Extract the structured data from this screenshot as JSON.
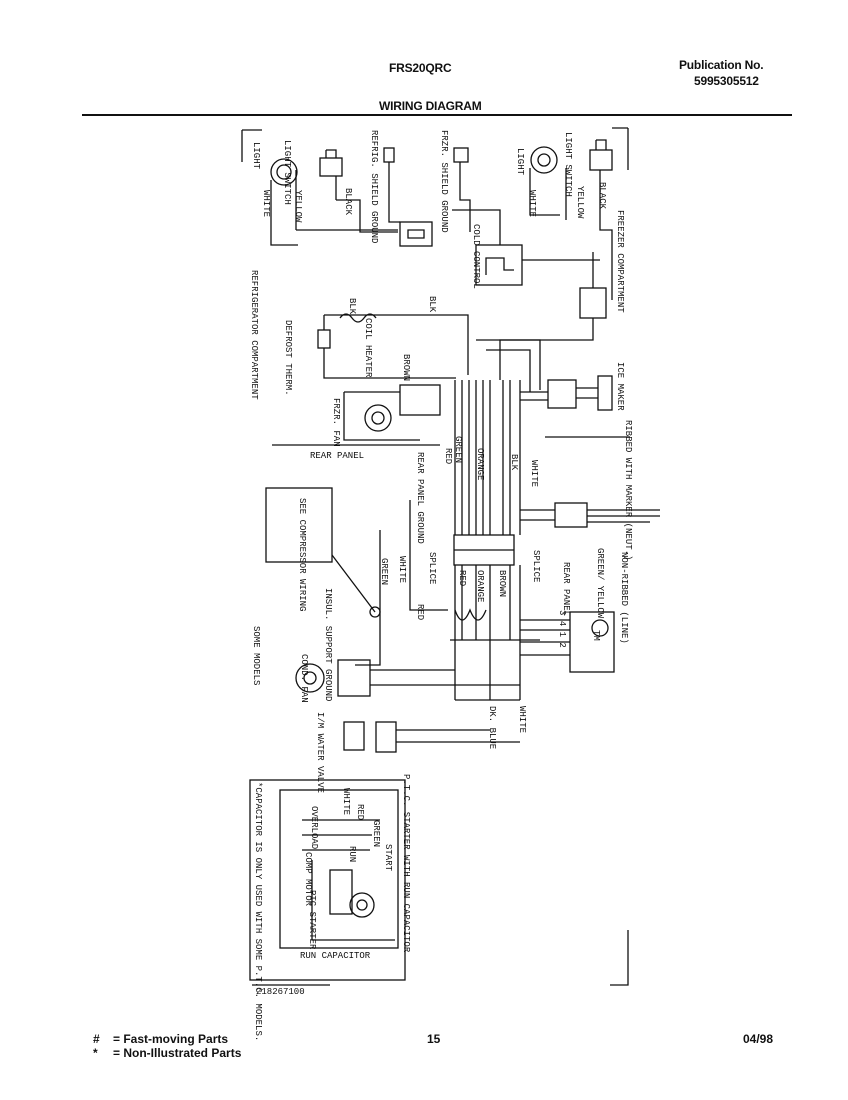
{
  "header": {
    "model": "FRS20QRC",
    "publication_label": "Publication No.",
    "publication_number": "5995305512",
    "title": "WIRING DIAGRAM"
  },
  "diagram_labels": {
    "light_left": "LIGHT",
    "white_left": "WHITE",
    "light_switch_left": "LIGHT SWITCH",
    "yellow_left": "YELLOW",
    "black_left": "BLACK",
    "refrig_shield_ground": "REFRIG. SHIELD GROUND",
    "frzr_shield_ground": "FRZR. SHIELD GROUND",
    "light_right": "LIGHT",
    "white_right": "WHITE",
    "light_switch_right": "LIGHT SWITCH",
    "yellow_right": "YELLOW",
    "black_right": "BLACK",
    "freezer_compartment": "FREEZER COMPARTMENT",
    "cold_control": "COLD CONTROL",
    "refrigerator_compartment": "REFRIGERATOR COMPARTMENT",
    "blk_1": "BLK",
    "blk_2": "BLK",
    "coil_heater": "COIL HEATER",
    "defrost_therm": "DEFROST THERM.",
    "brown_1": "BROWN",
    "frzr_fan": "FRZR. FAN",
    "ice_maker": "ICE MAKER",
    "rear_panel": "REAR PANEL",
    "green_1": "GREEN",
    "red_1": "RED",
    "orange_1": "ORANGE",
    "blk_3": "BLK",
    "white_3": "WHITE",
    "rear_panel_ground": "REAR PANEL GROUND",
    "ribbed_with_marker": "RIBBED WITH MARKER (NEUT.)",
    "non_ribbed": "NON-RIBBED (LINE)",
    "green_yellow": "GREEN/ YELLOW",
    "rear_panel_2": "REAR PANEL",
    "see_compressor_wiring": "SEE COMPRESSOR WIRING",
    "green_2": "GREEN",
    "white_2": "WHITE",
    "splice_1": "SPLICE",
    "red_2": "RED",
    "orange_2": "ORANGE",
    "brown_2": "BROWN",
    "splice_2": "SPLICE",
    "insul_support_ground": "INSUL. SUPPORT GROUND",
    "red_3": "RED",
    "timer_terminals": "3 4 1 2",
    "timer": "TM",
    "some_models": "SOME MODELS",
    "cond_fan": "COND. FAN",
    "im_water_valve": "I/M WATER VALVE",
    "dk_blue": "DK. BLUE",
    "white_4": "WHITE",
    "ptc_starter_with_run_capacitor": "P.T.C. STARTER WITH RUN CAPACITOR",
    "white_5": "WHITE",
    "red_5": "RED",
    "green_5": "GREEN",
    "overload": "OVERLOAD",
    "comp_motor": "COMP MOTOR",
    "start": "START",
    "run": "RUN",
    "ptc_starter": "PTC STARTER",
    "run_capacitor": "RUN CAPACITOR",
    "capacitor_note": "*CAPACITOR IS ONLY USED WITH SOME P.T.C. MODELS.",
    "drawing_number": "218267100"
  },
  "footer": {
    "legend": [
      {
        "symbol": "#",
        "text": "= Fast-moving Parts"
      },
      {
        "symbol": "*",
        "text": "= Non-Illustrated Parts"
      }
    ],
    "page": "15",
    "date": "04/98"
  }
}
